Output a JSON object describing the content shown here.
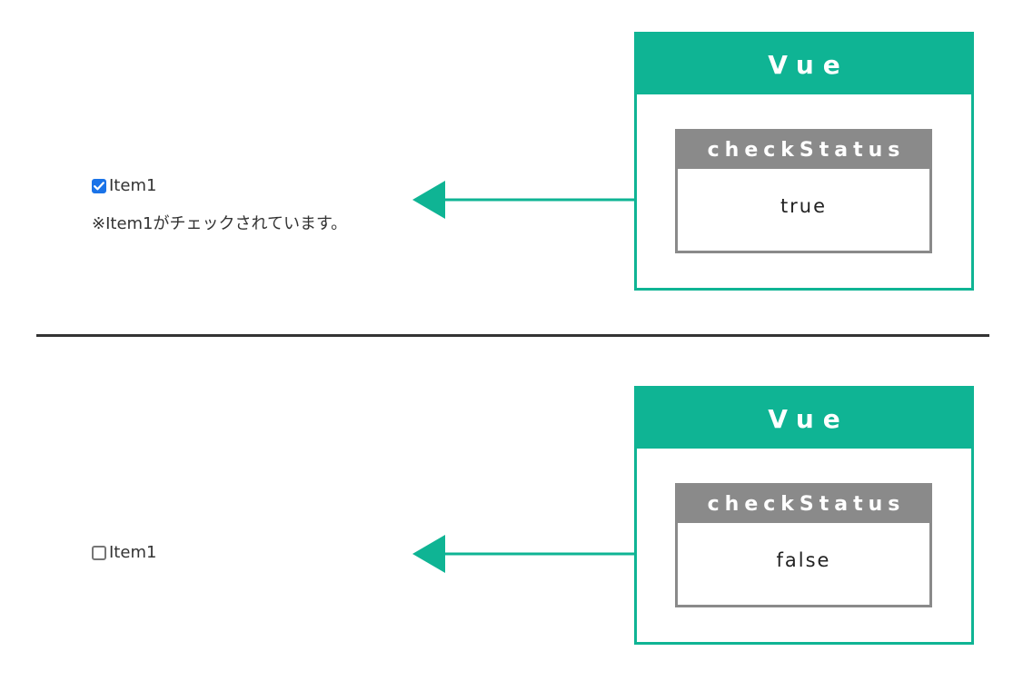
{
  "colors": {
    "accent": "#0fb494",
    "variable_header": "#8a8a8a",
    "checkbox_checked": "#1a73e8",
    "divider": "#333333"
  },
  "panels": [
    {
      "checkbox": {
        "label": "Item1",
        "checked": true,
        "icon": "checkbox-checked-icon"
      },
      "status_text": "※Item1がチェックされています。",
      "vue": {
        "title": "Vue",
        "variable": {
          "name": "checkStatus",
          "value": "true"
        }
      }
    },
    {
      "checkbox": {
        "label": "Item1",
        "checked": false,
        "icon": "checkbox-unchecked-icon"
      },
      "vue": {
        "title": "Vue",
        "variable": {
          "name": "checkStatus",
          "value": "false"
        }
      }
    }
  ]
}
